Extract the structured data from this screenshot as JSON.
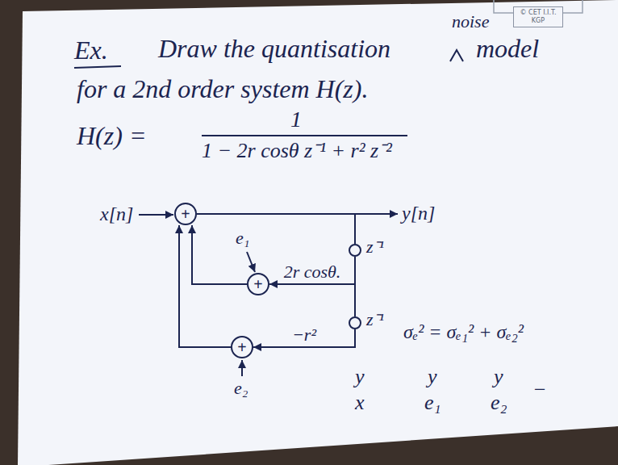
{
  "diagram": {
    "nodes": [
      {
        "text": [
          "© CET I.I.T. KGP"
        ]
      },
      {
        "text": [
          "+"
        ]
      },
      {
        "text": [
          "+"
        ]
      },
      {
        "text": [
          "z⁻¹"
        ]
      },
      {
        "text": [
          "+"
        ]
      },
      {
        "text": [
          "z⁻¹"
        ]
      }
    ],
    "edges": [
      {
        "from": 1,
        "to": 3,
        "arrow": "none"
      },
      {
        "from": 3,
        "to": 5,
        "arrow": "none"
      },
      {
        "from": 3,
        "to": 2,
        "label": "2r cosθ.",
        "arrow": "to"
      },
      {
        "from": 2,
        "to": 1,
        "arrow": "to"
      },
      {
        "from": 5,
        "to": 4,
        "label": "−r²",
        "arrow": "to"
      },
      {
        "from": 4,
        "to": 1,
        "arrow": "to"
      }
    ],
    "labels": [
      "Ex.",
      "Draw the quantisation",
      "noise",
      "model",
      "for a 2nd order system H(z).",
      "H(z) =",
      "1",
      "1 − 2r cosθ z⁻¹ + r² z⁻²",
      "x[n]",
      "y[n]",
      "e₁",
      "e₂",
      "σₑ² = σₑ₁² + σₑ₂²",
      "y",
      "x",
      "y",
      "e₁",
      "y",
      "e₂",
      "−"
    ]
  }
}
